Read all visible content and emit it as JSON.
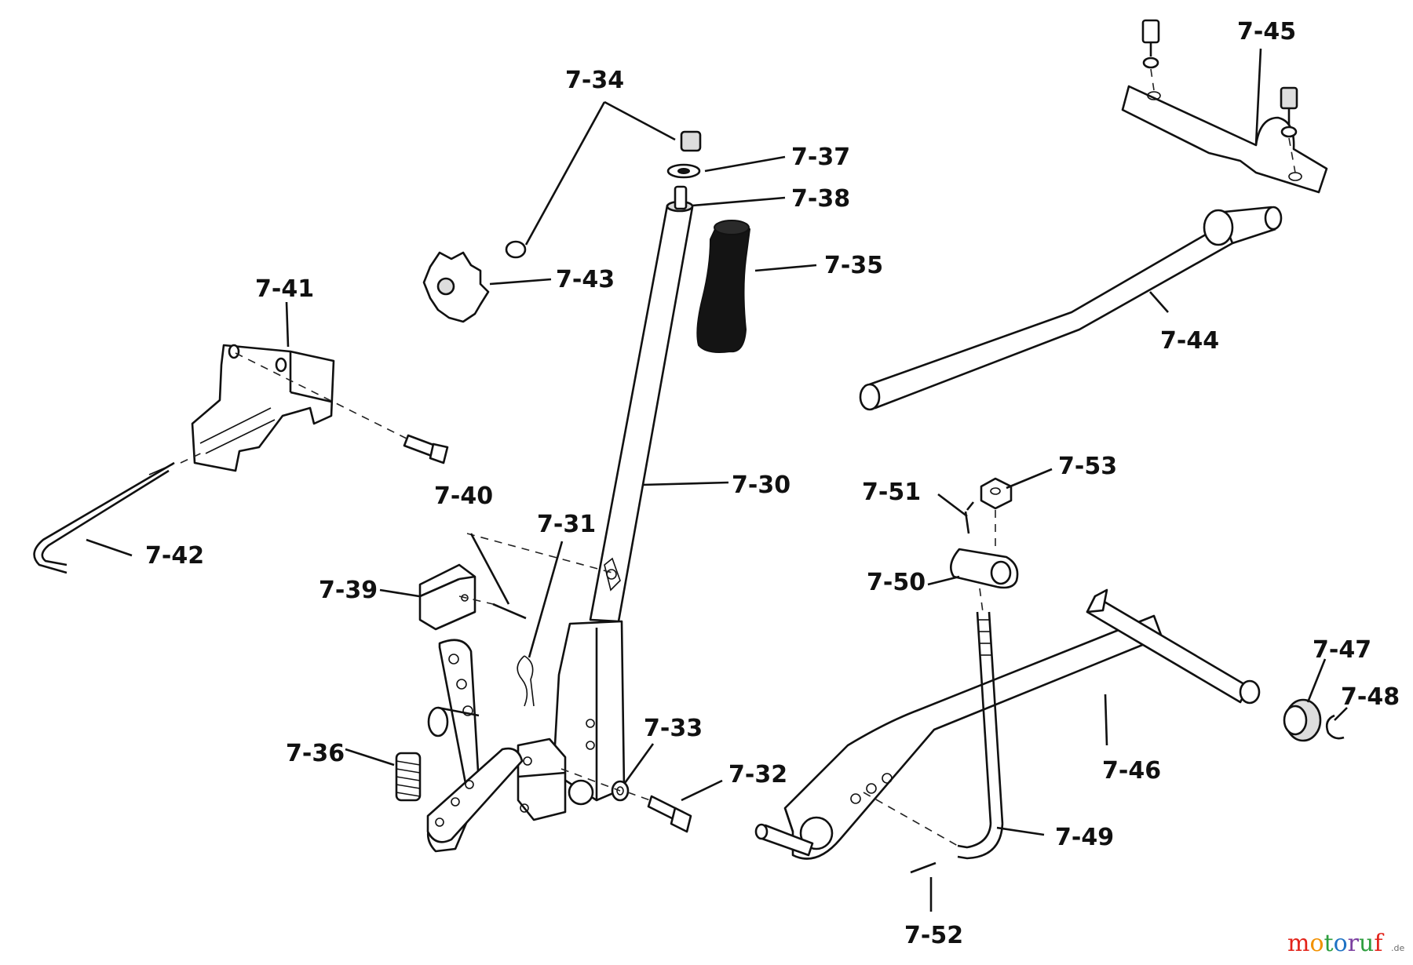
{
  "labels": {
    "p7_30": "7-30",
    "p7_31": "7-31",
    "p7_32": "7-32",
    "p7_33": "7-33",
    "p7_34": "7-34",
    "p7_35": "7-35",
    "p7_36": "7-36",
    "p7_37": "7-37",
    "p7_38": "7-38",
    "p7_39": "7-39",
    "p7_40": "7-40",
    "p7_41": "7-41",
    "p7_42": "7-42",
    "p7_43": "7-43",
    "p7_44": "7-44",
    "p7_45": "7-45",
    "p7_46": "7-46",
    "p7_47": "7-47",
    "p7_48": "7-48",
    "p7_49": "7-49",
    "p7_50": "7-50",
    "p7_51": "7-51",
    "p7_52": "7-52",
    "p7_53": "7-53"
  },
  "watermark": {
    "brand_m": "m",
    "brand_o1": "o",
    "brand_t": "t",
    "brand_o2": "o",
    "brand_r": "r",
    "brand_u": "u",
    "brand_f": "f",
    "suffix": ".de"
  },
  "colors": {
    "ink": "#111111",
    "wm_m": "#e2231a",
    "wm_o1": "#f29100",
    "wm_t": "#2e9e3e",
    "wm_o2": "#1f73c4",
    "wm_r": "#7b3fa0",
    "wm_u": "#2e9e3e",
    "wm_f": "#e2231a"
  }
}
